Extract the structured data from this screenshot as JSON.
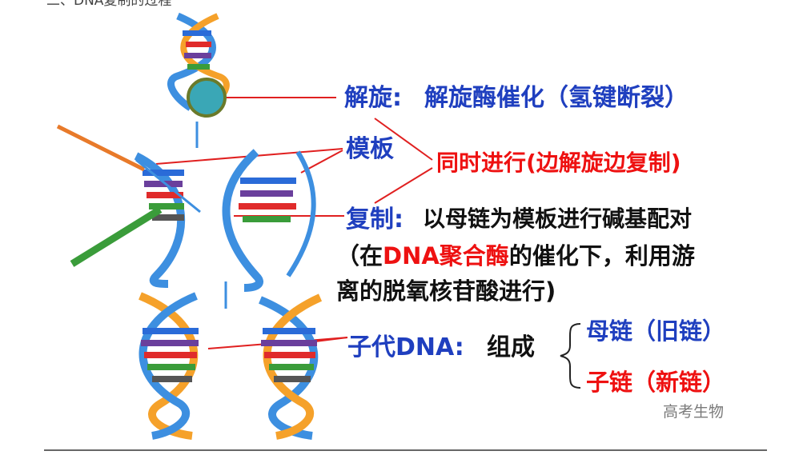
{
  "top_text": "二、DNA复制的过程",
  "labels": {
    "unwind_term": "解旋:",
    "unwind_desc": "解旋酶催化（氢键断裂）",
    "template": "模板",
    "simultaneous": "同时进行(边解旋边复制)",
    "replicate_term": "复制:",
    "replicate_desc": "以母链为模板进行碱基配对",
    "cond_open": "（在",
    "cond_enzyme": "DNA聚合酶",
    "cond_rest": "的催化下，利用游",
    "cond_line2": "离的脱氧核苷酸进行)",
    "daughter_term": "子代DNA:",
    "daughter_desc": "组成",
    "parent_strand": "母链（旧链）",
    "daughter_strand": "子链（新链）"
  },
  "watermark": "高考生物",
  "colors": {
    "blue": "#1f3fbf",
    "red": "#ee1111",
    "black": "#111111",
    "helix_blue": "#3d8fe0",
    "helix_orange": "#f5a12a"
  }
}
